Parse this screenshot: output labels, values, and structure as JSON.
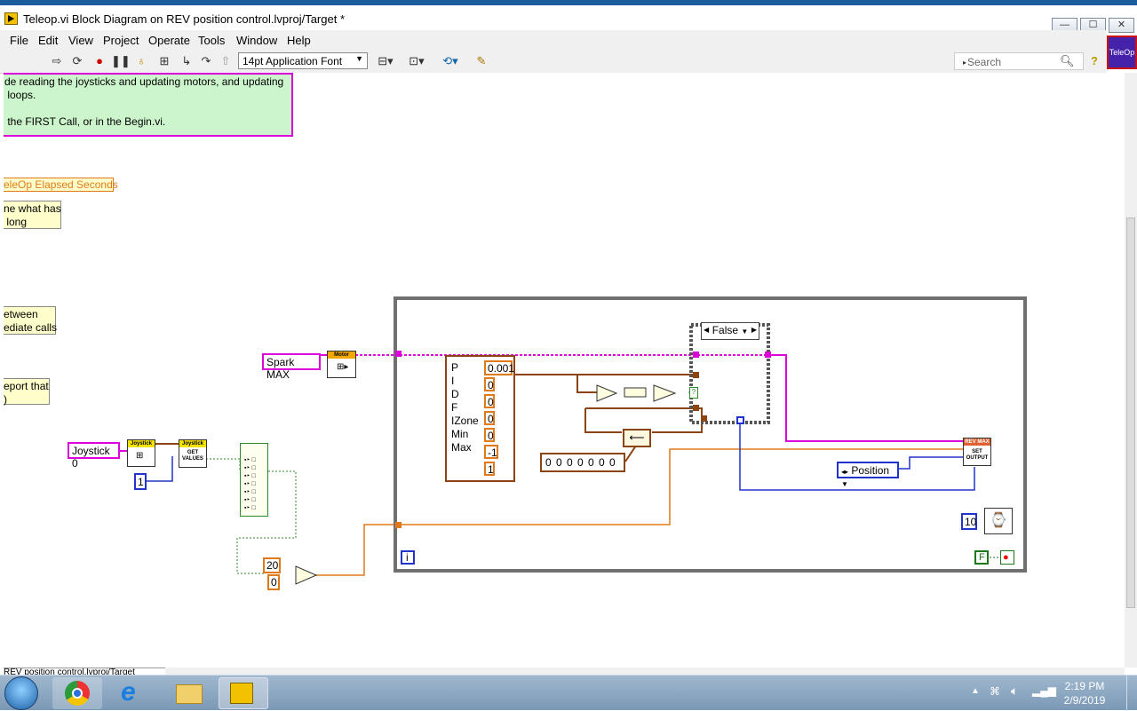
{
  "window": {
    "title": "Teleop.vi Block Diagram on REV position control.lvproj/Target *",
    "min_symbol": "—",
    "max_symbol": "☐",
    "close_symbol": "✕"
  },
  "menu": [
    "File",
    "Edit",
    "View",
    "Project",
    "Operate",
    "Tools",
    "Window",
    "Help"
  ],
  "toolbar": {
    "font_label": "14pt Application Font",
    "search_placeholder": "Search",
    "teleop_badge": "TeleOp"
  },
  "comments": {
    "top_green": "de reading the joysticks and updating motors, and updating\n loops.\n\n the FIRST Call, or in the Begin.vi.",
    "elapsed": "eleOp Elapsed Seconds",
    "note1": "ne what has\n long",
    "note2": "etween\nediate calls",
    "note3": "eport that\n)"
  },
  "diagram": {
    "spark_max": "Spark MAX",
    "motor_label": "Motor",
    "joystick": "Joystick 0",
    "joystick_hdr": "Joystick",
    "get_values": "GET\nVALUES",
    "const_one": "1",
    "const_20": "20",
    "const_0": "0",
    "case_selector": "False",
    "pid_labels": [
      "P",
      "I",
      "D",
      "F",
      "IZone",
      "Min",
      "Max"
    ],
    "pid_values": [
      "0.001",
      "0",
      "0",
      "0",
      "0",
      "-1",
      "1"
    ],
    "array_const": "0 0 0 0 0 0 0",
    "position": "Position",
    "set_output": "SET\nOUTPUT",
    "revmax_hdr": "REV MAX",
    "wait_ms": "10",
    "stop_const": "F",
    "loop_iter": "i",
    "question": "?"
  },
  "taskbar": {
    "time": "2:19 PM",
    "date": "2/9/2019",
    "left_panel_label": "REV position control.lvproj/Target"
  }
}
